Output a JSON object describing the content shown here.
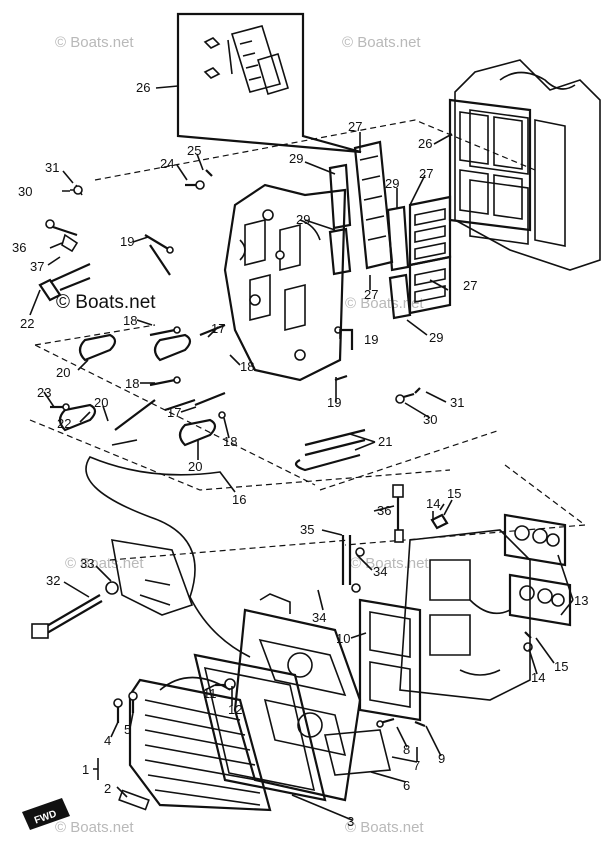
{
  "watermarks": {
    "top_left": "© Boats.net",
    "top_right": "© Boats.net",
    "mid_left": "© Boats.net",
    "mid_right": "© Boats.net",
    "center_left": "© Boats.net",
    "center_right": "© Boats.net",
    "bottom_left": "© Boats.net",
    "bottom_right": "© Boats.net"
  },
  "fwd_label": "FWD",
  "callouts": {
    "c26a": "26",
    "c27a": "27",
    "c26b": "26",
    "c31a": "31",
    "c24": "24",
    "c25": "25",
    "c29a": "29",
    "c30a": "30",
    "c29b": "29",
    "c27b": "27",
    "c36": "36",
    "c19a": "19",
    "c29c": "29",
    "c37": "37",
    "c27c": "27",
    "c27d": "27",
    "c22a": "22",
    "c29d": "29",
    "c18a": "18",
    "c17a": "17",
    "c19b": "19",
    "c20a": "20",
    "c18b": "18",
    "c18c": "18",
    "c19c": "19",
    "c23": "23",
    "c20b": "20",
    "c30b": "30",
    "c31b": "31",
    "c17b": "17",
    "c18d": "18",
    "c22b": "22",
    "c21": "21",
    "c20c": "20",
    "c16": "16",
    "c36b": "36",
    "c14a": "14",
    "c15a": "15",
    "c35": "35",
    "c33": "33",
    "c34a": "34",
    "c13": "13",
    "c32": "32",
    "c34b": "34",
    "c10": "10",
    "c14b": "14",
    "c15b": "15",
    "c11": "11",
    "c12": "12",
    "c4": "4",
    "c5": "5",
    "c8": "8",
    "c9": "9",
    "c1": "1",
    "c7": "7",
    "c6": "6",
    "c2": "2",
    "c3": "3"
  }
}
